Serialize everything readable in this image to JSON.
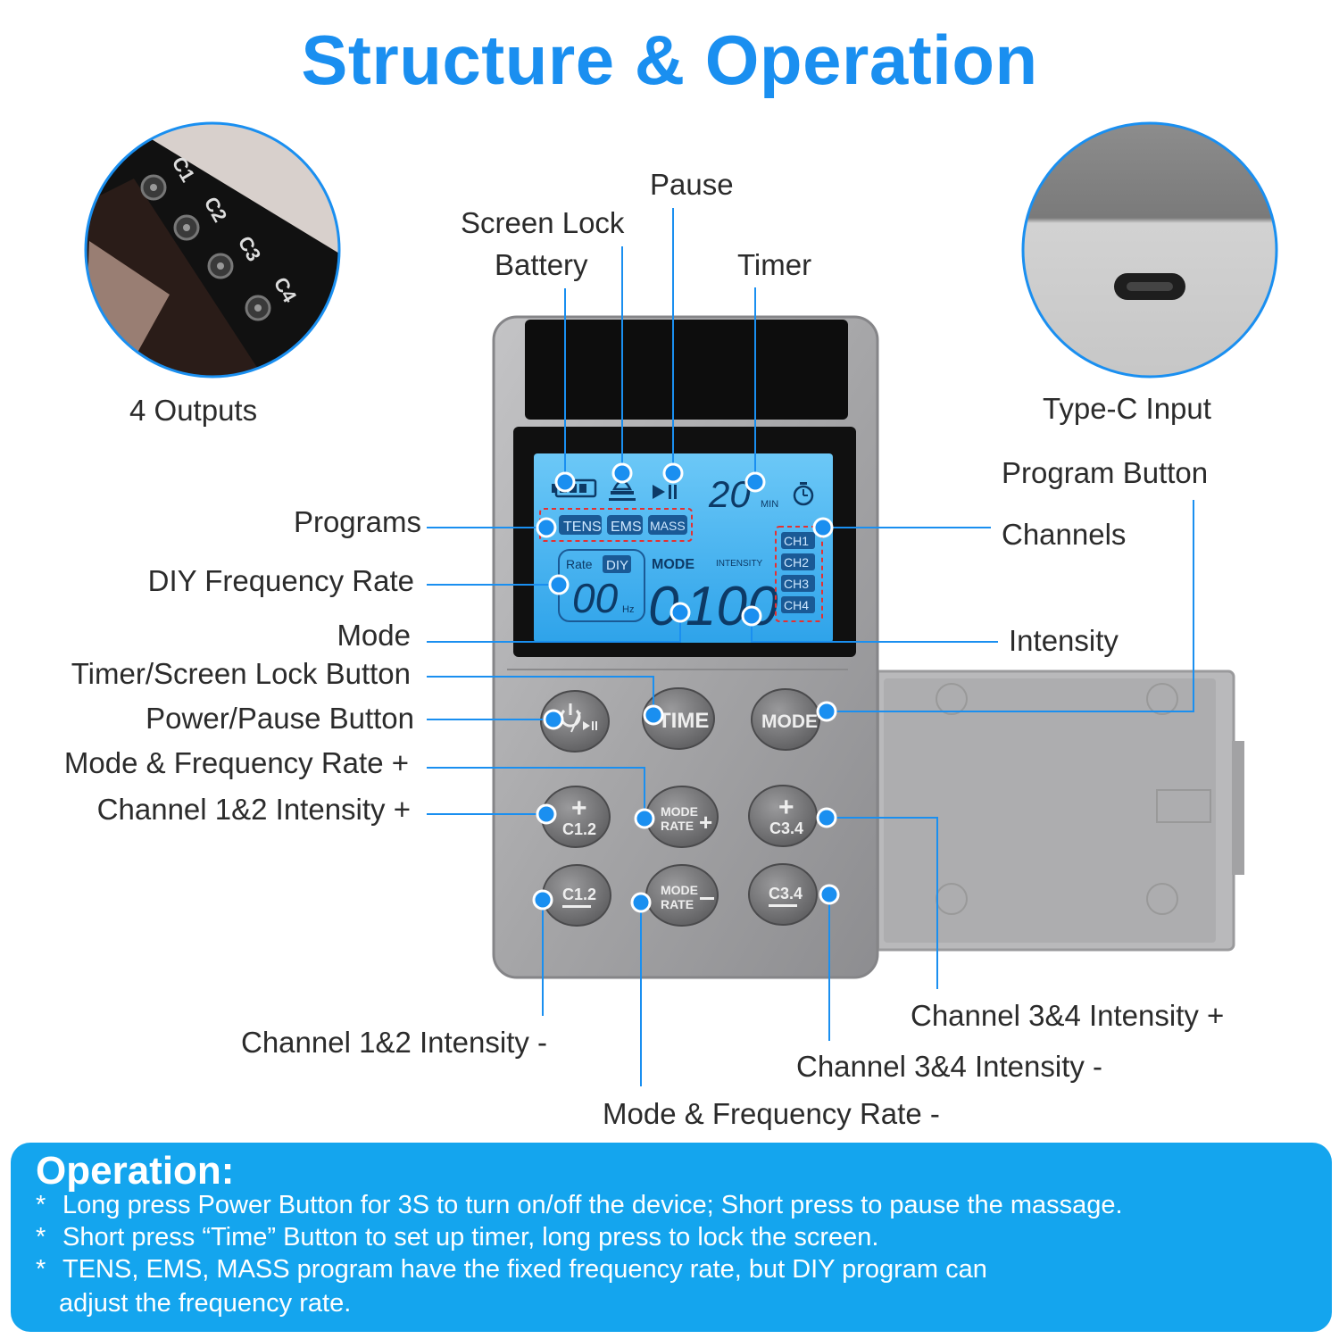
{
  "title": "Structure & Operation",
  "labels": {
    "outputs": "4 Outputs",
    "type_c": "Type-C Input",
    "pause": "Pause",
    "screen_lock": "Screen Lock",
    "battery": "Battery",
    "timer": "Timer",
    "program_button": "Program Button",
    "channels": "Channels",
    "programs": "Programs",
    "diy_rate": "DIY Frequency Rate",
    "mode": "Mode",
    "intensity": "Intensity",
    "timer_lock_button": "Timer/Screen Lock Button",
    "power_pause_button": "Power/Pause Button",
    "mode_rate_plus": "Mode & Frequency Rate +",
    "ch12_plus": "Channel 1&2 Intensity +",
    "ch12_minus": "Channel 1&2 Intensity -",
    "ch34_plus": "Channel 3&4 Intensity +",
    "ch34_minus": "Channel 3&4 Intensity -",
    "mode_rate_minus": "Mode & Frequency Rate -"
  },
  "ports": [
    "C1",
    "C2",
    "C3",
    "C4"
  ],
  "lcd": {
    "timer_value": "20",
    "timer_unit": "MIN",
    "programs": [
      "TENS",
      "EMS",
      "MASS"
    ],
    "rate_label": "Rate",
    "diy_label": "DIY",
    "rate_value": "00",
    "rate_unit": "Hz",
    "mode_label": "MODE",
    "mode_value": "0",
    "intensity_label": "INTENSITY",
    "intensity_value": "100",
    "channels": [
      "CH1",
      "CH2",
      "CH3",
      "CH4"
    ]
  },
  "buttons": {
    "time": "TIME",
    "mode": "MODE",
    "c12_plus": "C1.2",
    "c34_plus": "C3.4",
    "c12_minus": "C1.2",
    "c34_minus": "C3.4",
    "mode_rate_top": "MODE",
    "mode_rate_bottom": "RATE"
  },
  "operation": {
    "title": "Operation:",
    "bullet": "*",
    "lines": [
      "Long press Power Button for 3S to turn on/off the device; Short press to pause the massage.",
      "Short press “Time” Button to set up timer, long press to lock the screen.",
      "TENS, EMS, MASS program have the fixed frequency rate, but DIY program can",
      "adjust the frequency rate."
    ]
  },
  "colors": {
    "accent": "#1a8ff0",
    "operation_bg": "#14a5ee",
    "lcd_bg": "#4ab8f4",
    "device_silver": "#a9a9ab"
  }
}
